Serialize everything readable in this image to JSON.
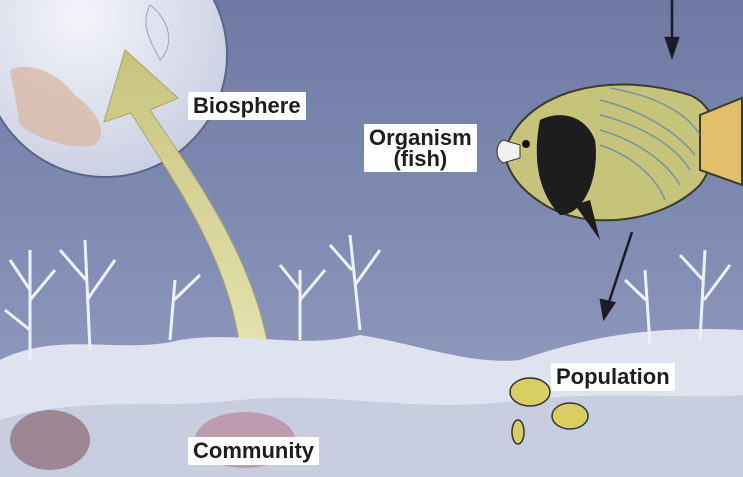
{
  "labels": {
    "biosphere": "Biosphere",
    "organism_line1": "Organism",
    "organism_line2": "(fish)",
    "population": "Population",
    "community": "Community"
  },
  "colors": {
    "water_top": "#7b86ad",
    "water_bottom": "#8a94b8",
    "reef": "#dfe3ef",
    "arrow": "#d8d49a",
    "fish_body": "#c9c77a",
    "label_bg": "#ffffff",
    "text": "#1e1e1e"
  },
  "icons": [
    "earth-globe",
    "big-curved-arrow",
    "angelfish",
    "small-fish-school",
    "coral-reef",
    "pointer-arrows"
  ]
}
